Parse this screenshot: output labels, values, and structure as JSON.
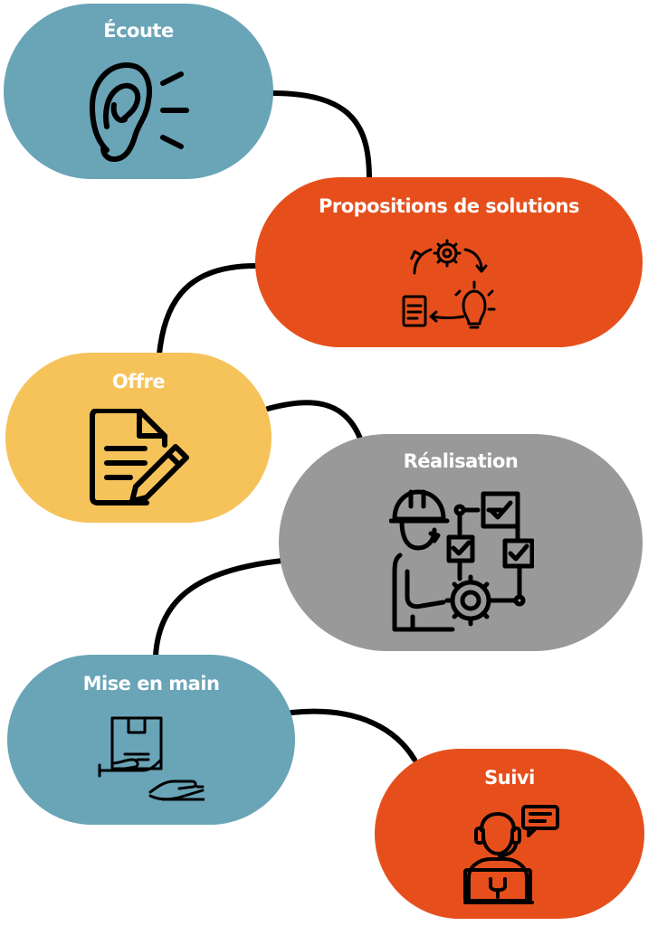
{
  "colors": {
    "blue": "#69a4b7",
    "orange": "#e64f1c",
    "yellow": "#f6c35a",
    "gray": "#999999",
    "line": "#000000",
    "text": "#ffffff"
  },
  "steps": [
    {
      "label": "Écoute",
      "color": "blue",
      "icon": "ear-icon"
    },
    {
      "label": "Propositions de solutions",
      "color": "orange",
      "icon": "process-cycle-icon"
    },
    {
      "label": "Offre",
      "color": "yellow",
      "icon": "document-edit-icon"
    },
    {
      "label": "Réalisation",
      "color": "gray",
      "icon": "engineer-checklist-icon"
    },
    {
      "label": "Mise en main",
      "color": "blue",
      "icon": "package-handover-icon"
    },
    {
      "label": "Suivi",
      "color": "orange",
      "icon": "support-agent-icon"
    }
  ]
}
